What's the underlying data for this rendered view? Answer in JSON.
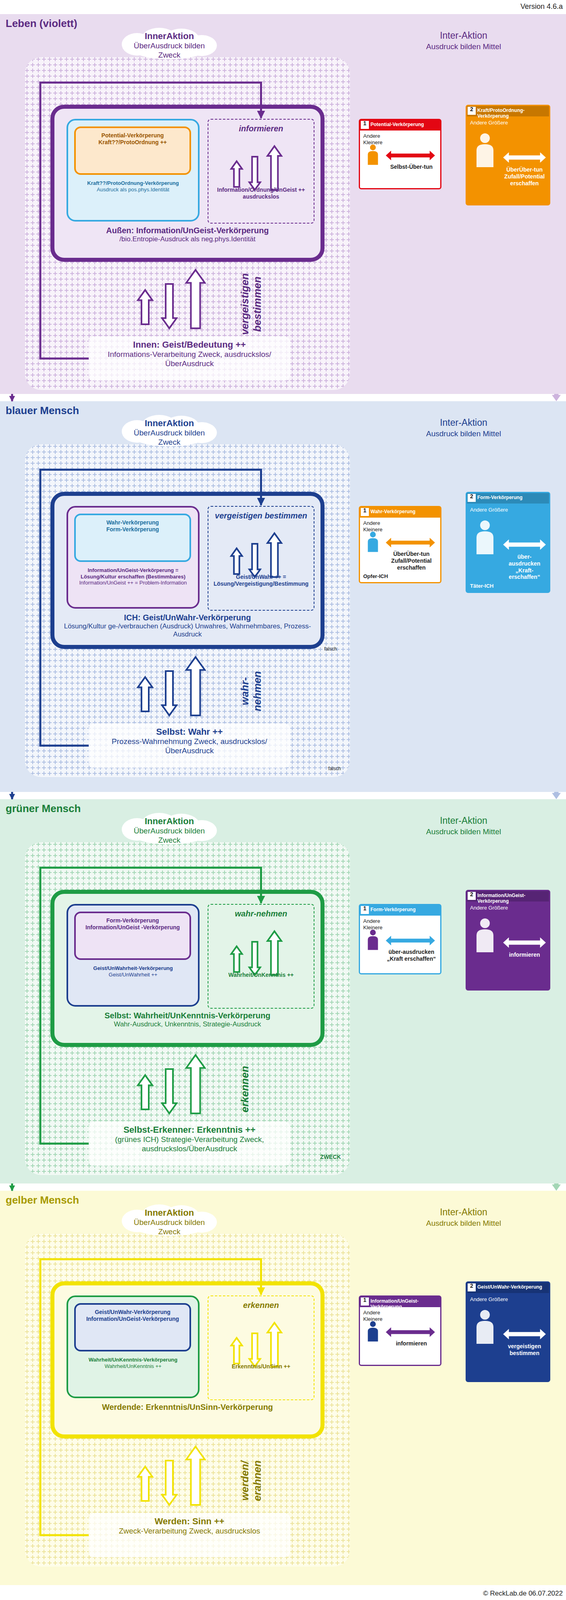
{
  "diagram": {
    "nodes": [
      {
        "text": [
          "Leben (violett)"
        ]
      },
      {
        "text": [
          "InnerAktion",
          "ÜberAusdruck bilden Zweck"
        ],
        "in": 0
      },
      {
        "text": [
          "Außen: Information/UnGeist-Verkörperung",
          "/bio.Entropie-Ausdruck als neg.phys.Identität"
        ],
        "in": 0
      },
      {
        "text": [
          "Kraft??/ProtoOrdnung-Verkörperung",
          "Ausdruck als pos.phys.Identität"
        ],
        "in": 2
      },
      {
        "text": [
          "Potential-Verkörperung",
          "Kraft??/ProtoOrdnung ++"
        ],
        "in": 3
      },
      {
        "text": [
          "informieren",
          "Information/Ordnung/UnGeist ++ ausdruckslos"
        ],
        "in": 2
      },
      {
        "text": [
          "Innen: Geist/Bedeutung ++",
          "Informations-Verarbeitung Zweck, ausdruckslos/ÜberAusdruck"
        ],
        "in": 0
      },
      {
        "text": [
          "Potential-Verkörperung",
          "Andere Kleinere",
          "Selbst-Über-tun"
        ],
        "in": 0
      },
      {
        "text": [
          "Kraft/ProtoOrdnung-Verkörperung",
          "Andere Größere",
          "ÜberÜber-tun Zufall/Potential erschaffen"
        ],
        "in": 0
      },
      {
        "text": [
          "blauer Mensch"
        ]
      },
      {
        "text": [
          "InnerAktion",
          "ÜberAusdruck bilden Zweck"
        ],
        "in": 9
      },
      {
        "text": [
          "ICH: Geist/UnWahr-Verkörperung",
          "Lösung/Kultur ge-/verbrauchen (Ausdruck) Unwahres, Wahrnehmbares, Prozess-Ausdruck"
        ],
        "in": 9
      },
      {
        "text": [
          "Information/UnGeist-Verkörperung = Lösung/Kultur erschaffen (Bestimmbares)",
          "Information/UnGeist ++ = Problem-Information"
        ],
        "in": 11
      },
      {
        "text": [
          "Wahr-Verkörperung",
          "Form-Verkörperung"
        ],
        "in": 12
      },
      {
        "text": [
          "vergeistigen bestimmen",
          "Geist/UnWahr ++ = Lösung/Vergeistigung/Bestimmung"
        ],
        "in": 11
      },
      {
        "text": [
          "Selbst: Wahr ++",
          "Prozess-Wahrnehmung Zweck, ausdruckslos/ÜberAusdruck"
        ],
        "in": 9
      },
      {
        "text": [
          "Wahr-Verkörperung",
          "Andere Kleinere",
          "ÜberÜber-tun Zufall/Potential erschaffen",
          "Opfer-ICH"
        ],
        "in": 9
      },
      {
        "text": [
          "Form-Verkörperung",
          "Andere Größere",
          "über-ausdrucken „Kraft-erschaffen“",
          "Täter-ICH"
        ],
        "in": 9
      },
      {
        "text": [
          "grüner Mensch"
        ]
      },
      {
        "text": [
          "InnerAktion",
          "ÜberAusdruck bilden Zweck"
        ],
        "in": 18
      },
      {
        "text": [
          "Selbst: Wahrheit/UnKenntnis-Verkörperung",
          "Wahr-Ausdruck, Unkenntnis, Strategie-Ausdruck"
        ],
        "in": 18
      },
      {
        "text": [
          "Geist/UnWahrheit-Verkörperung",
          "Geist/UnWahrheit ++"
        ],
        "in": 20
      },
      {
        "text": [
          "Form-Verkörperung",
          "Information/UnGeist -Verkörperung"
        ],
        "in": 21
      },
      {
        "text": [
          "wahr-nehmen",
          "Wahrheit/UnKenntnis ++"
        ],
        "in": 20
      },
      {
        "text": [
          "Selbst-Erkenner: Erkenntnis ++",
          "(grünes ICH) Strategie-Verarbeitung Zweck, ausdruckslos/ÜberAusdruck"
        ],
        "in": 18
      },
      {
        "text": [
          "Form-Verkörperung",
          "Andere Kleinere",
          "über-ausdrucken „Kraft erschaffen“"
        ],
        "in": 18
      },
      {
        "text": [
          "Information/UnGeist-Verkörperung",
          "Andere Größere",
          "informieren"
        ],
        "in": 18
      },
      {
        "text": [
          "gelber Mensch"
        ]
      },
      {
        "text": [
          "InnerAktion",
          "ÜberAusdruck bilden Zweck"
        ],
        "in": 27
      },
      {
        "text": [
          "Werdende: Erkenntnis/UnSinn-Verkörperung"
        ],
        "in": 27
      },
      {
        "text": [
          "Wahrheit/UnKenntnis-Verkörperung",
          "Wahrheit/UnKenntnis ++"
        ],
        "in": 29
      },
      {
        "text": [
          "Geist/UnWahr-Verkörperung",
          "Information/UnGeist-Verkörperung"
        ],
        "in": 30
      },
      {
        "text": [
          "erkennen",
          "Erkenntnis/UnSinn ++"
        ],
        "in": 29
      },
      {
        "text": [
          "Werden: Sinn ++",
          "Zweck-Verarbeitung Zweck, ausdruckslos"
        ],
        "in": 27
      },
      {
        "text": [
          "Information/UnGeist-Verkörperung",
          "Andere Kleinere",
          "informieren"
        ],
        "in": 27
      },
      {
        "text": [
          "Geist/UnWahr-Verkörperung",
          "Andere Größere",
          "vergeistigen bestimmen"
        ],
        "in": 27
      }
    ],
    "edges": [
      {
        "from": 6,
        "to": 5,
        "arrow": "to"
      },
      {
        "from": 15,
        "to": 14,
        "arrow": "to"
      },
      {
        "from": 24,
        "to": 23,
        "arrow": "to"
      },
      {
        "from": 33,
        "to": 32,
        "arrow": "to"
      },
      {
        "from": 0,
        "to": 9,
        "arrow": "to"
      },
      {
        "from": 9,
        "to": 18,
        "arrow": "to"
      },
      {
        "from": 18,
        "to": 27,
        "arrow": "to"
      }
    ],
    "labels": [
      "Version 4.6.a",
      "Inter-Aktion",
      "Ausdruck bilden Mittel",
      "vergeistigen bestimmen",
      "1",
      "2",
      "Inter-Aktion",
      "Ausdruck bilden Mittel",
      "wahr-nehmen",
      "1",
      "2",
      "falsch",
      "falsch",
      "Inter-Aktion",
      "Ausdruck bilden Mittel",
      "erkennen",
      "1",
      "2",
      "ZWECK",
      "Inter-Aktion",
      "Ausdruck bilden Mittel",
      "werden/ erahnen",
      "1",
      "2",
      "© ReckLab.de 06.07.2022"
    ]
  }
}
